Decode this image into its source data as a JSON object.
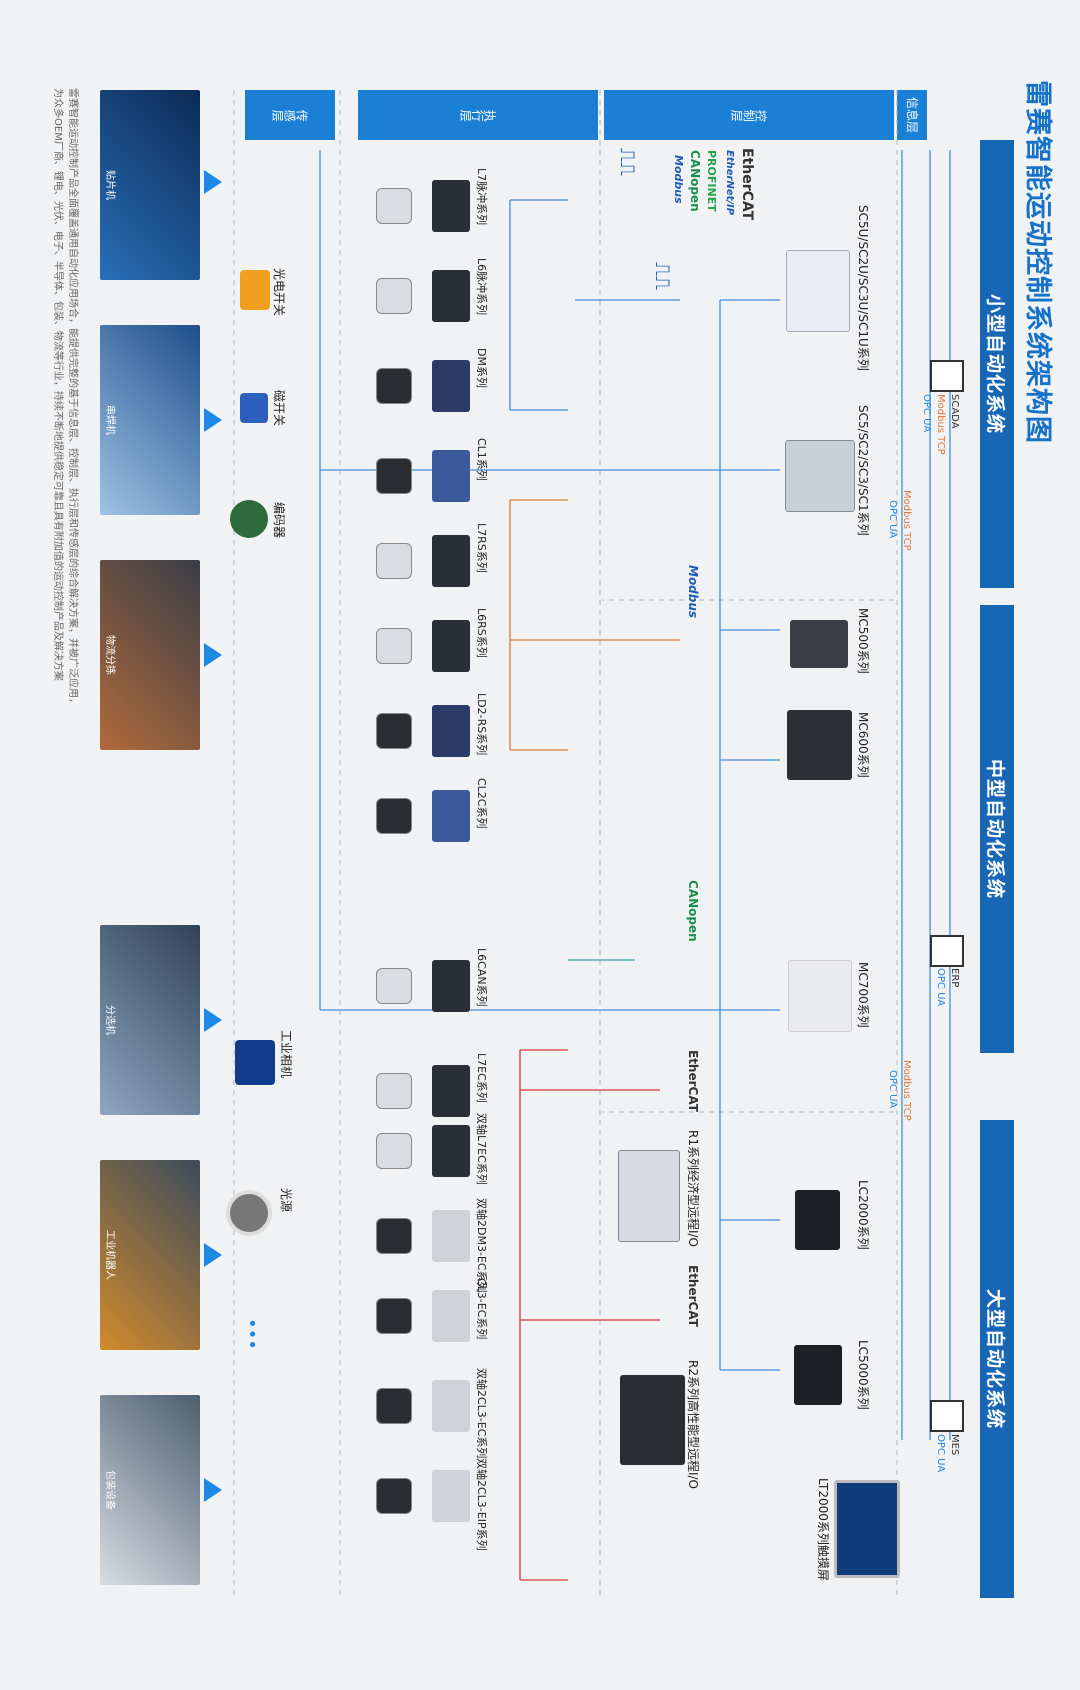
{
  "title": "雷赛智能运动控制系统架构图",
  "systems": {
    "small": "小型自动化系统",
    "medium": "中型自动化系统",
    "large": "大型自动化系统"
  },
  "layers": {
    "info": "信息层",
    "control": "控制层",
    "exec": "执行层",
    "sense": "传感层"
  },
  "info_items": [
    {
      "name": "SCADA",
      "protocols": [
        "Modbus TCP",
        "OPC UA"
      ]
    },
    {
      "name": "ERP",
      "protocols": [
        "OPC UA"
      ]
    },
    {
      "name": "MES",
      "protocols": [
        "OPC UA"
      ]
    }
  ],
  "bus_labels": {
    "modbus_tcp_1": "Modbus TCP",
    "opc_ua_1": "OPC UA",
    "modbus_tcp_2": "Modbus TCP",
    "opc_ua_2": "OPC UA"
  },
  "controllers": [
    "SC5U/SC2U/SC3U/SC1U系列",
    "SC5/SC2/SC3/SC1系列",
    "MC500系列",
    "MC600系列",
    "MC700系列",
    "LC2000系列",
    "LC5000系列",
    "LT2000系列触摸屏"
  ],
  "io_modules": [
    "R1系列经济型远程I/O",
    "R2系列高性能型远程I/O"
  ],
  "protocols": {
    "ethercat": "EtherCAT",
    "ethernetip": "EtherNet/IP",
    "profinet": "PROFINET",
    "canopen": "CANopen",
    "modbus": "Modbus"
  },
  "drives": [
    "L7脉冲系列",
    "L6脉冲系列",
    "DM系列",
    "CL1系列",
    "L7RS系列",
    "L6RS系列",
    "LD2-RS系列",
    "CL2C系列",
    "L6CAN系列",
    "L7EC系列",
    "双轴L7EC系列",
    "双轴2DM3-EC系列",
    "CL3-EC系列",
    "双轴2CL3-EC系列",
    "双轴2CL3-EIP系列"
  ],
  "sensors": [
    "光电开关",
    "磁开关",
    "编码器",
    "工业相机",
    "光源"
  ],
  "applications": [
    "贴片机",
    "串焊机",
    "物流分拣",
    "分选机",
    "工业机器人",
    "包装设备"
  ],
  "note": "雷赛智能运动控制产品全面覆盖通用自动化应用场合，能提供完整的基于信息层、控制层、执行层和传感层的综合解决方案，并被广泛应用，为众多OEM厂商、锂电、光伏、电子、半导体、包装、物流等行业，持续不断地提供稳定可靠且具有附加值的运动控制产品及解决方案",
  "colors": {
    "bus_blue": "#3f8fd8",
    "bus_orange": "#e0783a",
    "bus_red": "#d8343a",
    "bus_teal": "#2aa9a0",
    "header_blue": "#1c7fd6",
    "system_blue": "#1867b6"
  }
}
